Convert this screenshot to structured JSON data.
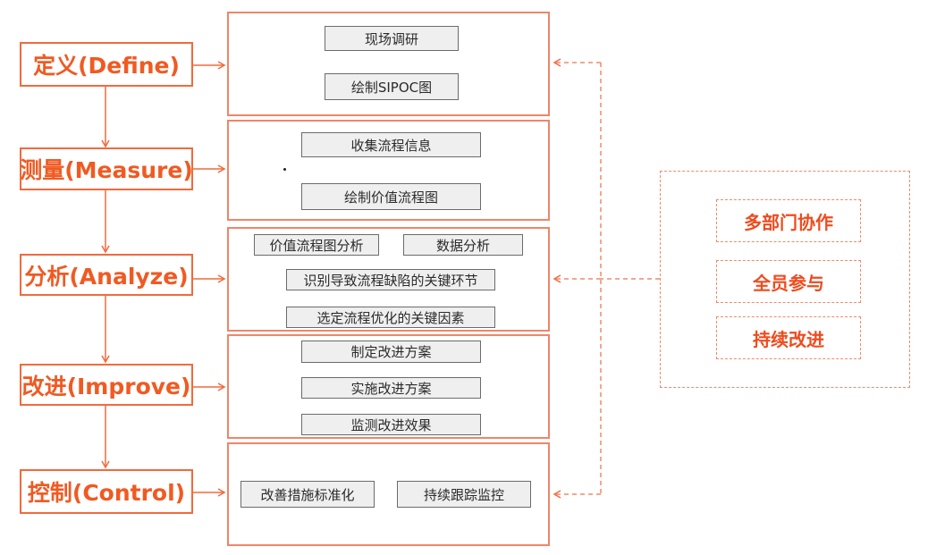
{
  "phases": [
    {
      "label": "定义(Define)"
    },
    {
      "label": "测量(Measure)"
    },
    {
      "label": "分析(Analyze)"
    },
    {
      "label": "改进(Improve)"
    },
    {
      "label": "控制(Control)"
    }
  ],
  "define": {
    "steps": [
      "现场调研",
      "绘制SIPOC图"
    ]
  },
  "measure": {
    "steps": [
      "收集流程信息",
      "绘制价值流程图"
    ]
  },
  "analyze": {
    "steps": [
      "价值流程图分析",
      "数据分析",
      "识别导致流程缺陷的关键环节",
      "选定流程优化的关键因素"
    ]
  },
  "improve": {
    "steps": [
      "制定改进方案",
      "实施改进方案",
      "监测改进效果"
    ]
  },
  "control": {
    "steps": [
      "改善措施标准化",
      "持续跟踪监控"
    ]
  },
  "support": {
    "items": [
      "多部门协作",
      "全员参与",
      "持续改进"
    ]
  },
  "colors": {
    "accent": "#f05a22",
    "panel_border": "#f0856a",
    "step_fill": "#efefef",
    "step_border": "#6b6b6b"
  }
}
